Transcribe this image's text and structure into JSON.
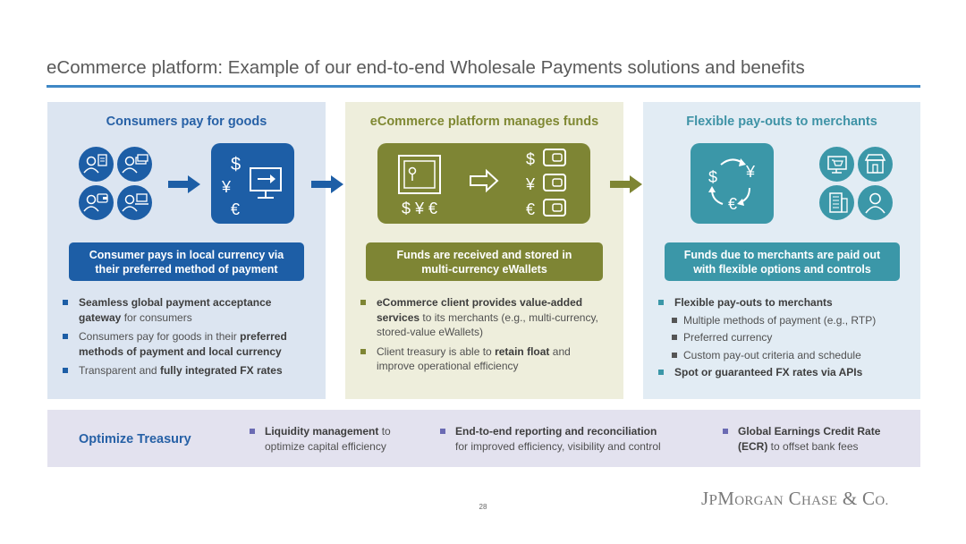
{
  "title": "eCommerce platform: Example of our end-to-end Wholesale Payments solutions and benefits",
  "colors": {
    "blue": "#1d5ea6",
    "olive": "#7e8534",
    "teal": "#3b97a8",
    "title_rule": "#3f88c5",
    "treasury_bullet": "#6b6bb3"
  },
  "panels": [
    {
      "heading": "Consumers pay for goods",
      "pill_line1": "Consumer pays in local currency via",
      "pill_line2": "their preferred method of payment",
      "icons": [
        "person-document-icon",
        "person-cards-icon",
        "person-wallet-icon",
        "person-laptop-icon",
        "multi-currency-terminal-icon"
      ],
      "big_glyphs": {
        "a": "$",
        "b": "¥",
        "c": "€"
      },
      "bullets": [
        {
          "bold": "Seamless global payment acceptance",
          "bold2": "gateway",
          "text": "for consumers"
        },
        {
          "text": "Consumers pay for goods in their",
          "bold": "preferred",
          "bold2": "methods of payment and local currency"
        },
        {
          "text": "Transparent and",
          "bold": "fully integrated FX rates"
        }
      ]
    },
    {
      "heading": "eCommerce platform manages funds",
      "pill_line1": "Funds are received and stored in",
      "pill_line2": "multi-currency eWallets",
      "icons": [
        "safe-icon",
        "currency-arrow-icon",
        "ewallet-icon"
      ],
      "safe_currencies": "$ ¥ €",
      "wallet_symbols": [
        "$",
        "¥",
        "€"
      ],
      "bullets": [
        {
          "bold": "eCommerce client provides value-added",
          "bold2": "services",
          "text": "to its merchants (e.g., multi-currency,",
          "text2": "stored-value eWallets)"
        },
        {
          "text": "Client treasury is able to",
          "bold": "retain float",
          "text2": "and",
          "text3": "improve operational efficiency"
        }
      ]
    },
    {
      "heading": "Flexible pay-outs to merchants",
      "pill_line1": "Funds due to merchants are paid out",
      "pill_line2": "with flexible options and controls",
      "icons": [
        "currency-exchange-icon",
        "online-store-icon",
        "storefront-icon",
        "office-building-icon",
        "person-icon"
      ],
      "exchange_glyphs": {
        "a": "$",
        "b": "¥",
        "c": "€"
      },
      "bullets": [
        {
          "bold": "Flexible pay-outs to merchants"
        },
        {
          "sub": "Multiple methods of payment (e.g., RTP)"
        },
        {
          "sub": "Preferred currency"
        },
        {
          "sub": "Custom pay-out criteria and schedule"
        },
        {
          "bold": "Spot or guaranteed FX rates via APIs"
        }
      ]
    }
  ],
  "treasury": {
    "title": "Optimize Treasury",
    "items": [
      {
        "bold": "Liquidity management",
        "text": "to",
        "text2": "optimize capital efficiency"
      },
      {
        "bold": "End-to-end reporting and reconciliation",
        "text2": "for improved efficiency, visibility and control"
      },
      {
        "bold": "Global Earnings Credit Rate",
        "bold2": "(ECR)",
        "text2": "to offset bank fees"
      }
    ]
  },
  "page_number": "28",
  "logo": "JPMORGAN CHASE & CO."
}
